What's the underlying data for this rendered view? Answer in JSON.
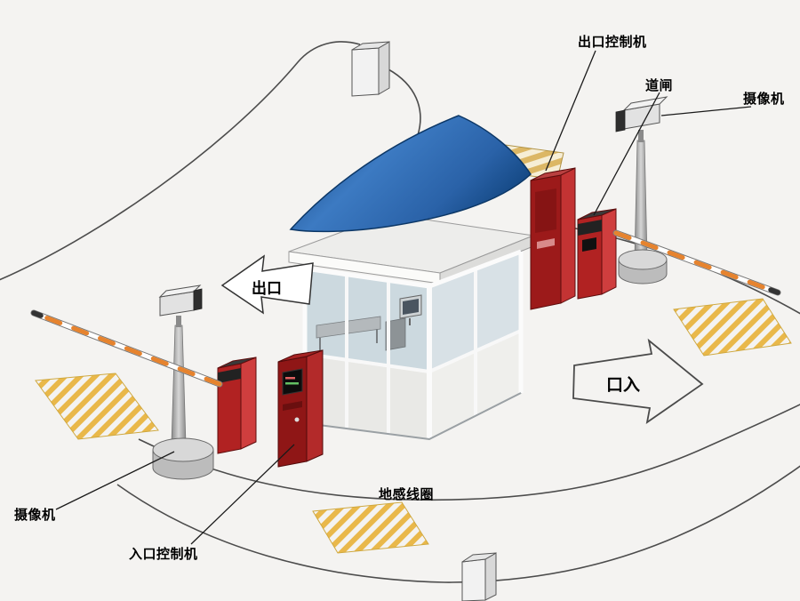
{
  "diagram": {
    "labels": {
      "exit_controller": "出口控制机",
      "barrier_gate": "道闸",
      "camera_top_right": "摄像机",
      "camera_bottom_left": "摄像机",
      "entrance_controller": "入口控制机",
      "ground_loop": "地感线圈"
    },
    "road_signs": {
      "exit": "出口",
      "entrance": "口入"
    },
    "colors": {
      "background": "#f4f3f1",
      "machine_red": "#b12222",
      "canopy_blue": "#3c7ac2",
      "loop_hatch_yellow": "#e9b84a",
      "barrier_arm_orange": "#e6832e",
      "pole_gray": "#b0b0b0",
      "outline": "#4c4c4c"
    }
  }
}
